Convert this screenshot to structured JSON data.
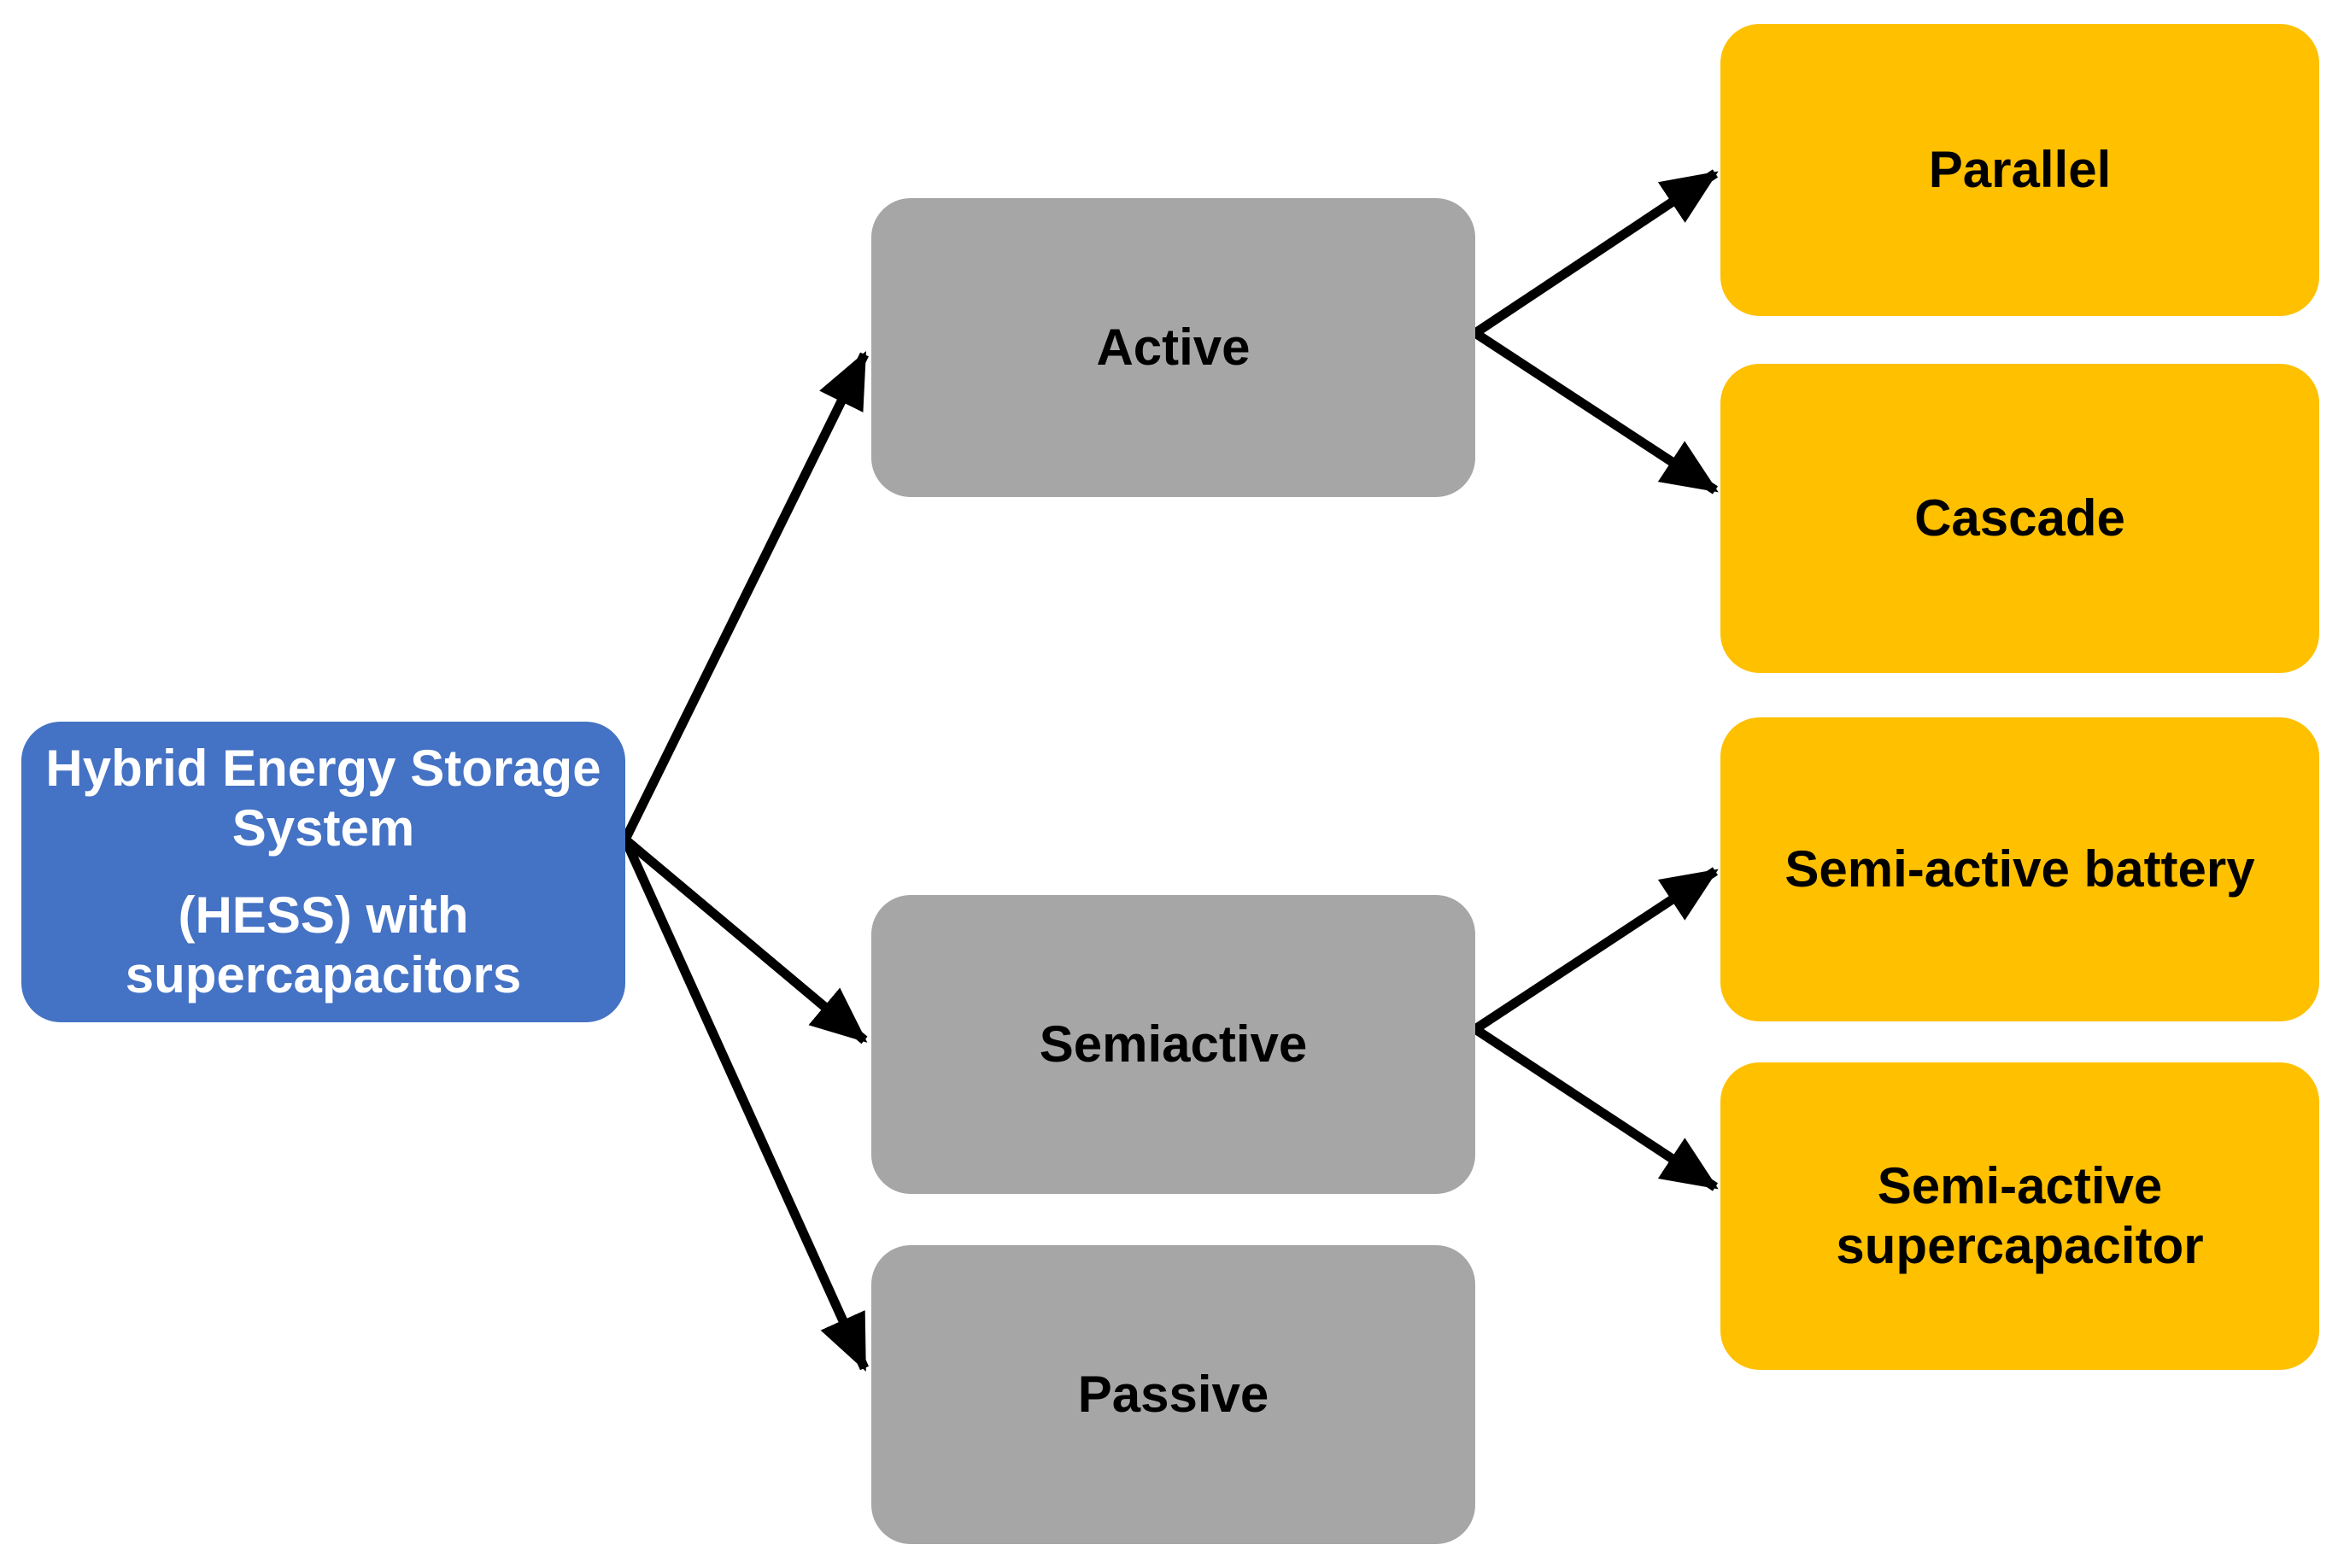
{
  "diagram": {
    "type": "hierarchy-flow",
    "background": "#FFFFFF",
    "colors": {
      "root_fill": "#4472C4",
      "root_text": "#FFFFFF",
      "level1_fill": "#A6A6A6",
      "level1_text": "#000000",
      "level2_fill": "#FFC000",
      "level2_text": "#000000",
      "arrow": "#000000"
    },
    "nodes": {
      "root": {
        "label": "Hybrid Energy Storage System (HESS) with supercapacitors",
        "lines": [
          "Hybrid Energy Storage",
          "System",
          "(HESS) with",
          "supercapacitors"
        ],
        "level": 0,
        "fill": "#4472C4",
        "text_color": "#FFFFFF"
      },
      "active": {
        "label": "Active",
        "lines": [
          "Active"
        ],
        "level": 1,
        "fill": "#A6A6A6",
        "text_color": "#000000"
      },
      "semiactive": {
        "label": "Semiactive",
        "lines": [
          "Semiactive"
        ],
        "level": 1,
        "fill": "#A6A6A6",
        "text_color": "#000000"
      },
      "passive": {
        "label": "Passive",
        "lines": [
          "Passive"
        ],
        "level": 1,
        "fill": "#A6A6A6",
        "text_color": "#000000"
      },
      "parallel": {
        "label": "Parallel",
        "lines": [
          "Parallel"
        ],
        "level": 2,
        "fill": "#FFC000",
        "text_color": "#000000"
      },
      "cascade": {
        "label": "Cascade",
        "lines": [
          "Cascade"
        ],
        "level": 2,
        "fill": "#FFC000",
        "text_color": "#000000"
      },
      "semi_active_battery": {
        "label": "Semi-active battery",
        "lines": [
          "Semi-active battery"
        ],
        "level": 2,
        "fill": "#FFC000",
        "text_color": "#000000"
      },
      "semi_active_supercapacitor": {
        "label": "Semi-active supercapacitor",
        "lines": [
          "Semi-active",
          "supercapacitor"
        ],
        "level": 2,
        "fill": "#FFC000",
        "text_color": "#000000"
      }
    },
    "edges": [
      {
        "from": "root",
        "to": "active"
      },
      {
        "from": "root",
        "to": "semiactive"
      },
      {
        "from": "root",
        "to": "passive"
      },
      {
        "from": "active",
        "to": "parallel"
      },
      {
        "from": "active",
        "to": "cascade"
      },
      {
        "from": "semiactive",
        "to": "semi_active_battery"
      },
      {
        "from": "semiactive",
        "to": "semi_active_supercapacitor"
      }
    ]
  }
}
